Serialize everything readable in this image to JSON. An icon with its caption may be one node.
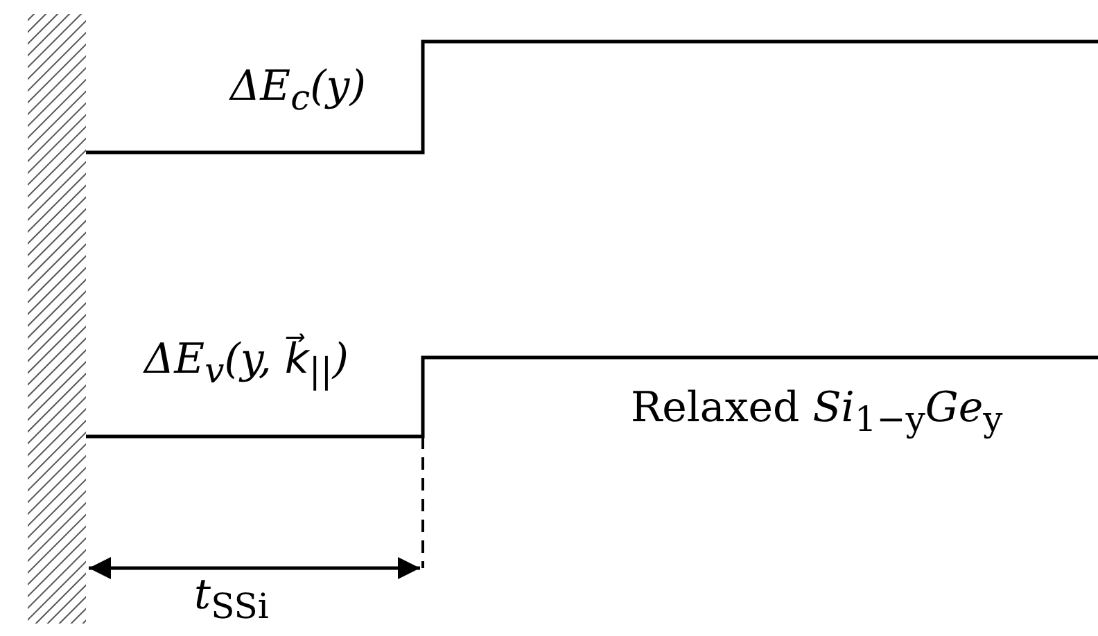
{
  "diagram": {
    "labels": [
      "ΔE$_{c}$(y)",
      "ΔE$_{v}$(y, k⃗$_{||}$)",
      "Relaxed *Si*$_{1−y}$*Ge*$_{y}$",
      "*t*$_{SSi}$"
    ]
  }
}
